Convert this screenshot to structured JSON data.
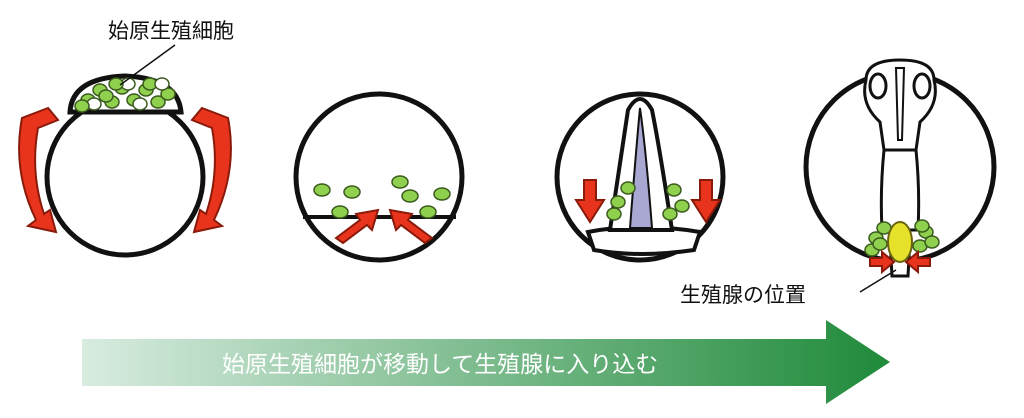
{
  "labels": {
    "primordial_germ_cells": "始原生殖細胞",
    "gonad_position": "生殖腺の位置"
  },
  "caption": "始原生殖細胞が移動して生殖腺に入り込む",
  "stage_count": 4,
  "colors": {
    "germ_cell": "#8fd14f",
    "germ_cell_outline": "#3b5a1e",
    "migration_arrow": "#e8341c",
    "arrow_outline": "#8a1a0a",
    "gonad": "#e6e12a",
    "notochord": "#a9a8d2",
    "outline": "#111111",
    "caption_arrow_start": "#cfe6d6",
    "caption_arrow_end": "#1f8a3a"
  },
  "icons": [
    "germ-cell-icon",
    "migration-arrow-icon"
  ]
}
